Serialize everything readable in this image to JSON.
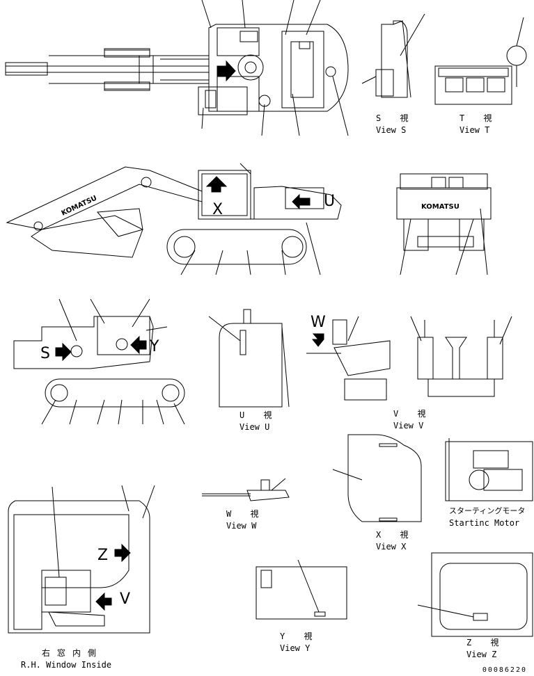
{
  "letters": {
    "s": "S",
    "t": "T",
    "u": "U",
    "w": "W",
    "x": "X",
    "y": "Y",
    "z": "Z",
    "v": "V"
  },
  "brand": "KOMATSU",
  "views": {
    "view_s": {
      "jp": "S 視",
      "en": "View S"
    },
    "view_t": {
      "jp": "T 視",
      "en": "View T"
    },
    "view_u": {
      "jp": "U 視",
      "en": "View U"
    },
    "view_v": {
      "jp": "V 視",
      "en": "View V"
    },
    "view_w": {
      "jp": "W 視",
      "en": "View W"
    },
    "view_x": {
      "jp": "X 視",
      "en": "View X"
    },
    "view_y": {
      "jp": "Y 視",
      "en": "View Y"
    },
    "view_z": {
      "jp": "Z 視",
      "en": "View Z"
    },
    "starting_motor": {
      "jp": "スターティングモータ",
      "en": "Startinc Motor"
    },
    "rh_window": {
      "jp": "右窓内側",
      "en": "R.H. Window Inside"
    }
  },
  "document_id": "00086220"
}
